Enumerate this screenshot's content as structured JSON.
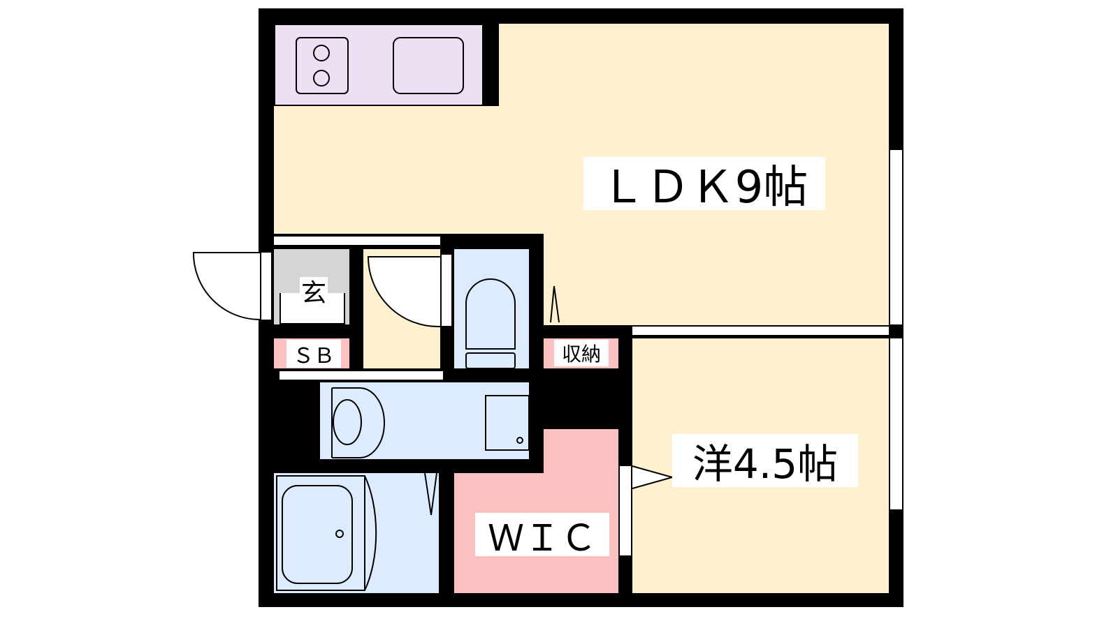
{
  "rooms": {
    "ldk": {
      "label": "ＬＤＫ9帖"
    },
    "western": {
      "label": "洋4.5帖"
    },
    "wic": {
      "label": "ＷＩＣ"
    },
    "storage": {
      "label": "収納"
    },
    "entrance": {
      "label": "玄"
    },
    "shoe_box": {
      "label": "ＳＢ"
    }
  },
  "colors": {
    "ldk": "#fdf1d0",
    "kitchen": "#ede0f5",
    "wet": "#dcebfd",
    "wic": "#fbc0c0",
    "entrance": "#d5d5d5",
    "wall": "#000000"
  }
}
